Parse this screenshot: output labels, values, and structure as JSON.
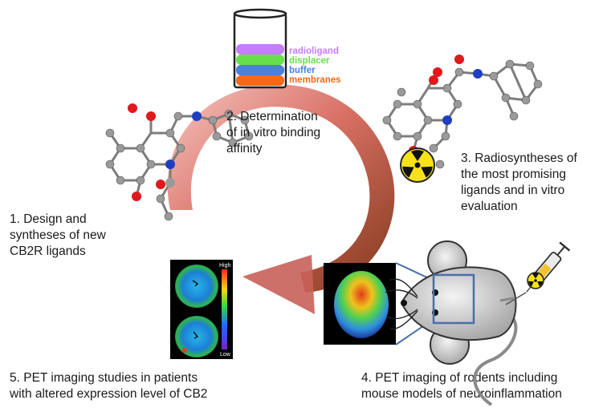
{
  "steps": {
    "step1": {
      "lines": [
        "1. Design and",
        "syntheses of new",
        "CB2R ligands"
      ]
    },
    "step2": {
      "lines": [
        "2.  Determination",
        "of in vitro binding",
        "affinity"
      ]
    },
    "step3": {
      "lines": [
        "3. Radiosyntheses of",
        "the most promising",
        "ligands  and in vitro",
        "evaluation"
      ]
    },
    "step4": {
      "lines": [
        "4. PET imaging of rodents including",
        "mouse models of neuroinflammation"
      ]
    },
    "step5": {
      "lines": [
        "5. PET imaging studies in patients",
        "with altered expression level of CB2"
      ]
    }
  },
  "tube": {
    "layers": [
      {
        "label": "radioligand",
        "color": "#c77dff"
      },
      {
        "label": "displacer",
        "color": "#66e04a"
      },
      {
        "label": "buffer",
        "color": "#4a7fe0"
      },
      {
        "label": "membranes",
        "color": "#f26a1b"
      }
    ]
  },
  "scale_legend": {
    "high": "High",
    "low": "Low"
  },
  "colors": {
    "arrow_start": "#f2b8b5",
    "arrow_end": "#8b3a12",
    "atom_carbon": "#9a9a9a",
    "atom_oxygen": "#e0191b",
    "atom_nitrogen": "#1f3fbf",
    "radiation": "#f7e21a"
  },
  "icons": [
    "radiation-icon",
    "syringe-icon",
    "mouse-illustration",
    "molecule-structure",
    "test-tube"
  ]
}
